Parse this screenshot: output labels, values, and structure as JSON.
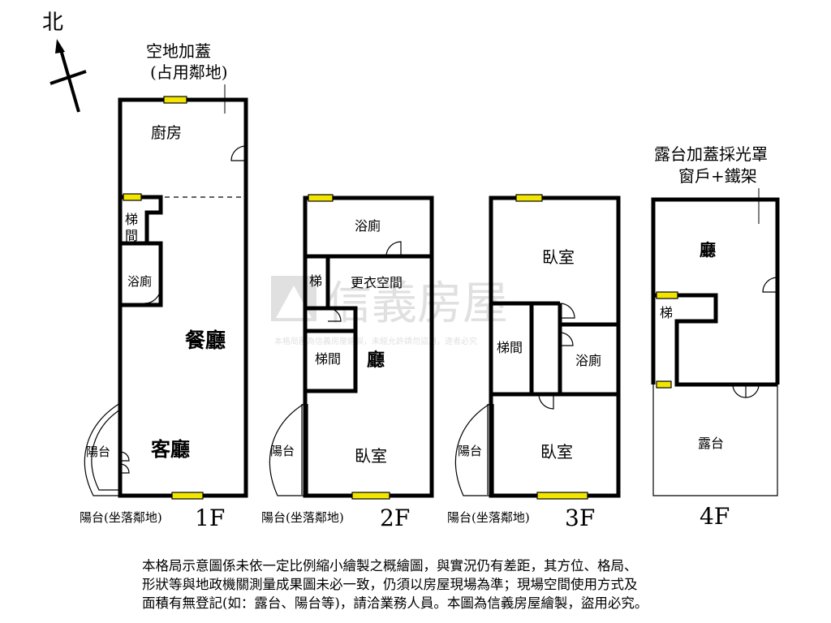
{
  "compass": {
    "label": "北"
  },
  "annotations": {
    "floor1_addition_line1": "空地加蓋",
    "floor1_addition_line2": "(占用鄰地)",
    "floor4_addition_line1": "露台加蓋採光罩",
    "floor4_addition_line2": "窗戶+鐵架"
  },
  "floors": [
    {
      "name": "1F",
      "rooms": {
        "kitchen": "廚房",
        "stair": "梯間",
        "bath": "浴廁",
        "dining": "餐廳",
        "living": "客廳",
        "balcony": "陽台"
      },
      "balcony_note": "陽台(坐落鄰地)"
    },
    {
      "name": "2F",
      "rooms": {
        "bath": "浴廁",
        "stair_top": "梯",
        "dressing": "更衣空間",
        "stair": "梯間",
        "hall": "廳",
        "balcony": "陽台",
        "bedroom": "臥室"
      },
      "balcony_note": "陽台(坐落鄰地)"
    },
    {
      "name": "3F",
      "rooms": {
        "bedroom_top": "臥室",
        "stair": "梯間",
        "bath": "浴廁",
        "balcony": "陽台",
        "bedroom_bottom": "臥室"
      },
      "balcony_note": "陽台(坐落鄰地)"
    },
    {
      "name": "4F",
      "rooms": {
        "hall": "廳",
        "stair": "梯",
        "terrace": "露台"
      }
    }
  ],
  "watermark": {
    "brand": "信義房屋",
    "note": "本格局圖為信義房屋繪製，未經允許請勿盜用，違者必究"
  },
  "disclaimer": {
    "line1": "本格局示意圖係未依一定比例縮小繪製之概繪圖，與實況仍有差距，其方位、格局、",
    "line2": "形狀等與地政機關測量成果圖未必一致，仍須以房屋現場為準；現場空間使用方式及",
    "line3": "面積有無登記(如：露台、陽台等)，請洽業務人員。本圖為信義房屋繪製，盜用必究。"
  },
  "colors": {
    "window": "#f2e600",
    "wall": "#000000",
    "watermark": "#c8c8c8"
  }
}
